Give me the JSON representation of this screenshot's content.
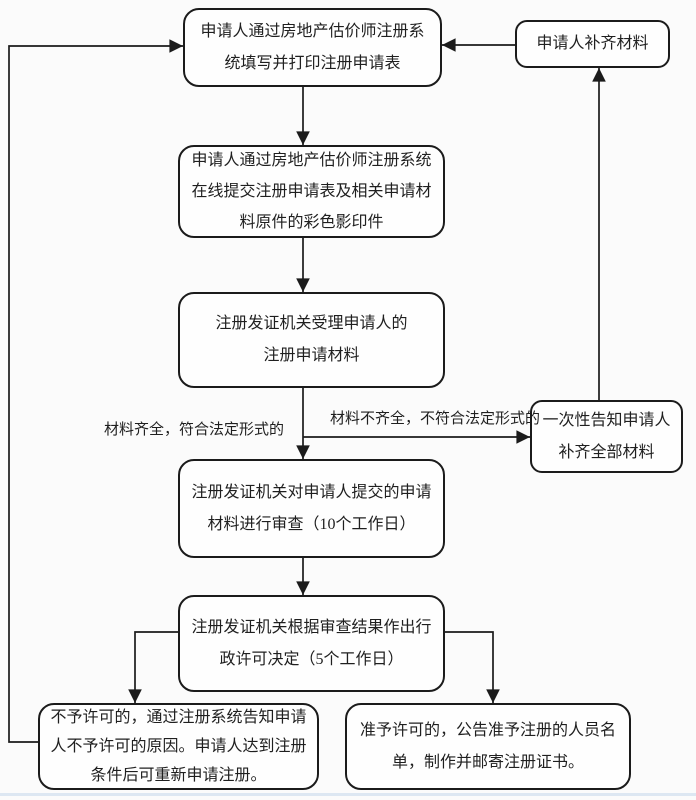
{
  "diagram": {
    "title_hint": "房地产估价师注册审批流程图",
    "colors": {
      "background": "#fbfbfb",
      "line": "#1b1b1b",
      "node_fill": "#fefefe",
      "bottom_rule": "#dde7f2"
    },
    "nodes": [
      {
        "id": "fill-print-form",
        "text": "申请人通过房地产估价师注册系\n统填写并打印注册申请表"
      },
      {
        "id": "supplement-materials",
        "text": "申请人补齐材料"
      },
      {
        "id": "online-submit",
        "text": "申请人通过房地产估价师注册系统\n在线提交注册申请表及相关申请材\n料原件的彩色影印件"
      },
      {
        "id": "accept-application",
        "text": "注册发证机关受理申请人的\n注册申请材料"
      },
      {
        "id": "notify-supplement",
        "text": "一次性告知申请人\n补齐全部材料"
      },
      {
        "id": "review-materials",
        "text": "注册发证机关对申请人提交的申请\n材料进行审查（10个工作日）"
      },
      {
        "id": "license-decision",
        "text": "注册发证机关根据审查结果作出行\n政许可决定（5个工作日）"
      },
      {
        "id": "not-approved",
        "text": "不予许可的，通过注册系统告知申请\n人不予许可的原因。申请人达到注册\n条件后可重新申请注册。"
      },
      {
        "id": "approved",
        "text": "准予许可的，公告准予注册的人员名\n单，制作并邮寄注册证书。"
      }
    ],
    "edge_labels": [
      {
        "id": "materials-complete",
        "text": "材料齐全，符合法定形式的"
      },
      {
        "id": "materials-incomplete",
        "text": "材料不齐全，不符合法定形式的"
      }
    ]
  }
}
